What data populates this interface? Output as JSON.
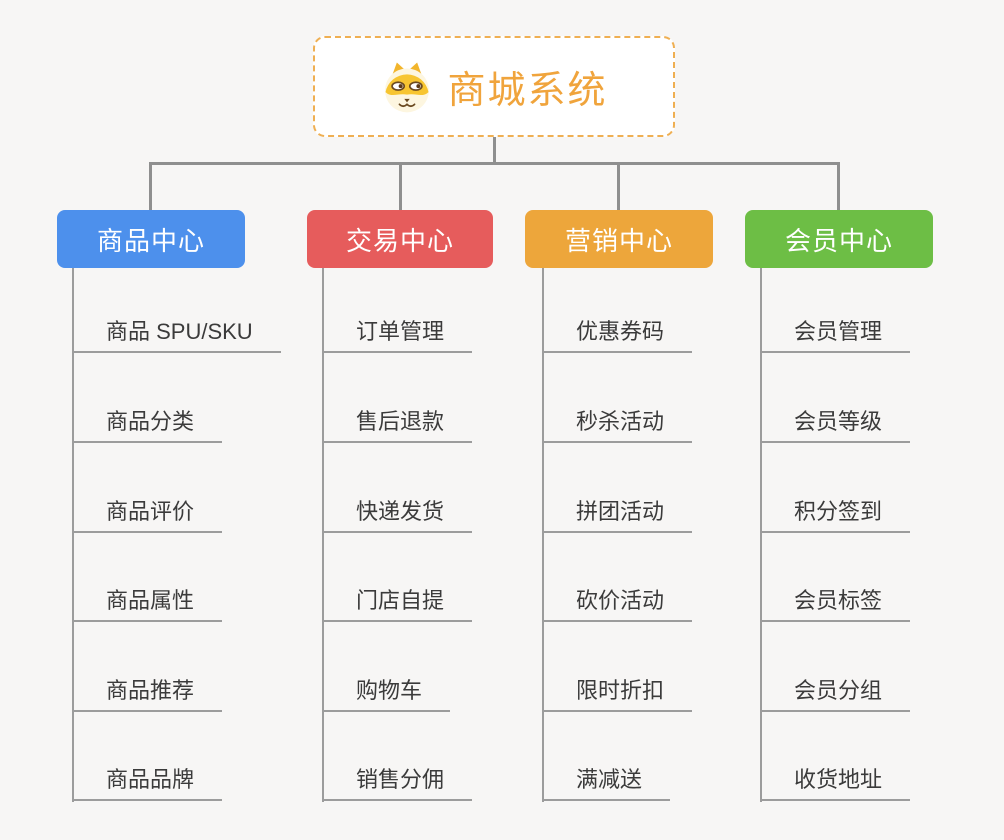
{
  "root": {
    "title": "商城系统",
    "icon": "dog-face-icon"
  },
  "branches": [
    {
      "label": "商品中心",
      "color": "#4d90ec",
      "items": [
        "商品 SPU/SKU",
        "商品分类",
        "商品评价",
        "商品属性",
        "商品推荐",
        "商品品牌"
      ]
    },
    {
      "label": "交易中心",
      "color": "#e65c5c",
      "items": [
        "订单管理",
        "售后退款",
        "快递发货",
        "门店自提",
        "购物车",
        "销售分佣"
      ]
    },
    {
      "label": "营销中心",
      "color": "#eda63b",
      "items": [
        "优惠券码",
        "秒杀活动",
        "拼团活动",
        "砍价活动",
        "限时折扣",
        "满减送"
      ]
    },
    {
      "label": "会员中心",
      "color": "#6dbe45",
      "items": [
        "会员管理",
        "会员等级",
        "积分签到",
        "会员标签",
        "会员分组",
        "收货地址"
      ]
    }
  ],
  "colors": {
    "background": "#f7f6f5",
    "connector": "#8f8f8f",
    "leaf_line": "#9c9c9c",
    "root_accent": "#f0a43c",
    "root_border": "#efaf52",
    "leaf_text": "#3b3b3b"
  }
}
